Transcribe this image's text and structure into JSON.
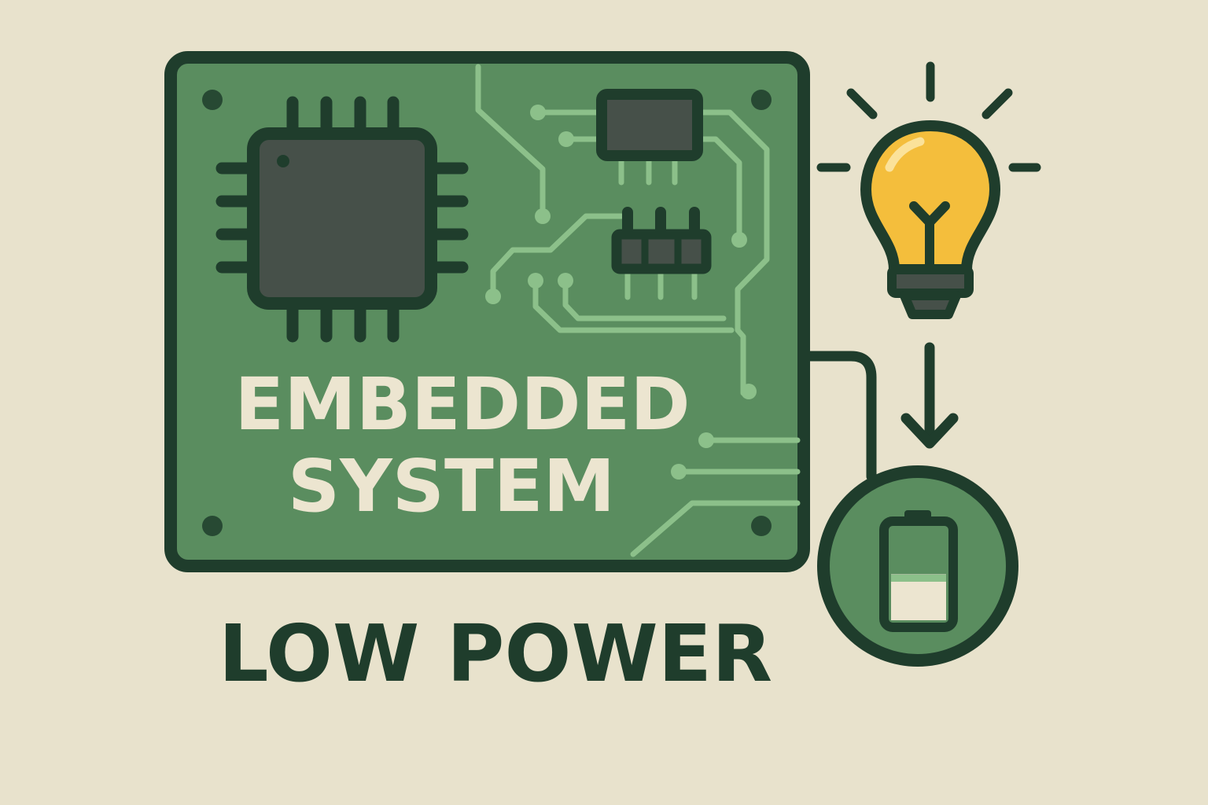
{
  "board": {
    "line1": "EMBEDDED",
    "line2": "SYSTEM"
  },
  "caption": "LOW POWER",
  "battery": {
    "charge_level": 0.5
  },
  "icons": {
    "microchip": "microchip-icon",
    "bulb": "light-bulb-icon",
    "battery": "battery-icon",
    "arrow": "arrow-down-icon"
  },
  "colors": {
    "background": "#e8e2cc",
    "board": "#5a8d5f",
    "outline": "#1f3d2c",
    "chip": "#465049",
    "trace": "#8cc08a",
    "label": "#ece5d0",
    "bulb": "#f4be3c",
    "bulb_highlight": "#fbe29a"
  }
}
